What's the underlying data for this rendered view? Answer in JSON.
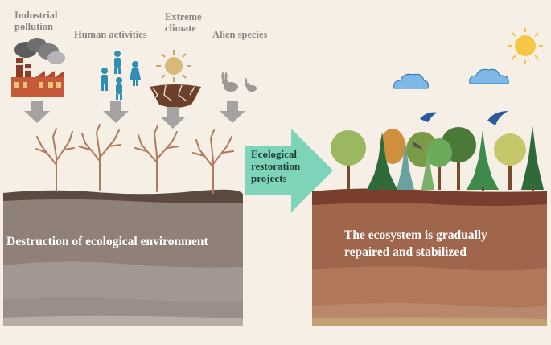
{
  "causes": {
    "industrial": "Industrial\npollution",
    "human": "Human activities",
    "climate": "Extreme\nclimate",
    "alien": "Alien species"
  },
  "arrow_label": "Ecological\nrestoration\nprojects",
  "left_caption": "Destruction of ecological environment",
  "right_caption": "The ecosystem is gradually\nrepaired and stabilized",
  "colors": {
    "background": "#f6efe6",
    "degraded_soil": "#8e7f73",
    "healthy_soil": "#9a6547",
    "arrow": "#7dd4b9",
    "down_arrow": "#a5a3a1",
    "label_gray": "#8a8580"
  }
}
